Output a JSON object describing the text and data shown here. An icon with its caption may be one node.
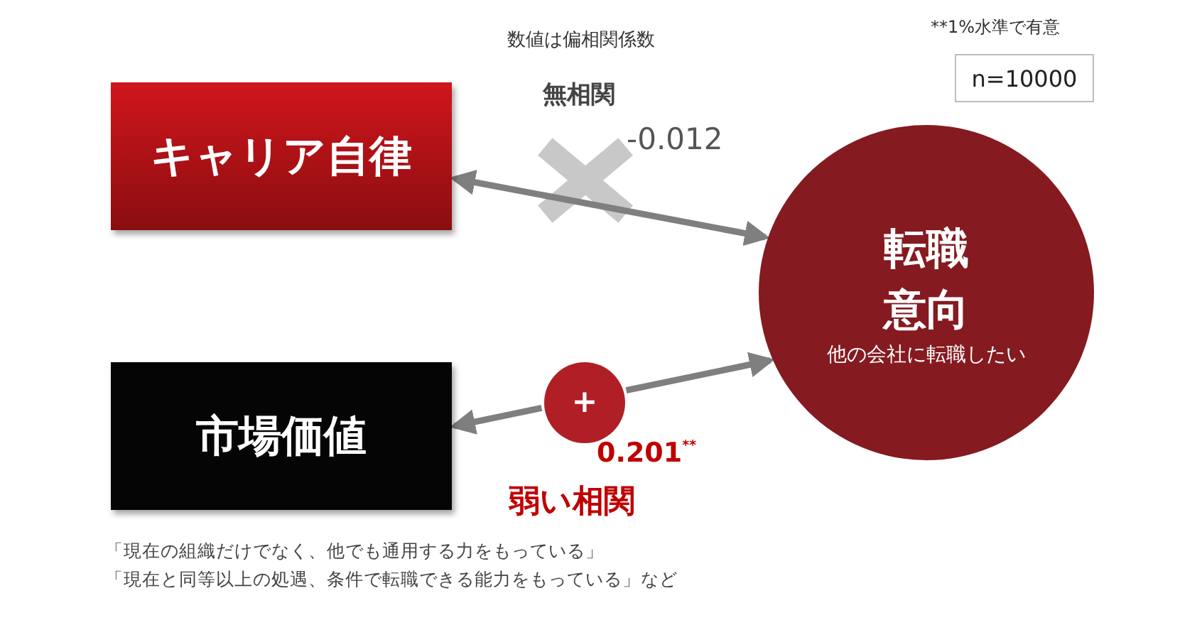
{
  "diagram": {
    "nodes": [
      {
        "text": [
          "キャリア自律"
        ]
      },
      {
        "text": [
          "市場価値"
        ]
      },
      {
        "text": [
          "転職意向",
          "他の会社に転職したい"
        ]
      },
      {
        "text": [
          "n=10000"
        ]
      },
      {
        "text": [
          "+"
        ]
      }
    ],
    "edges": [
      {
        "from": 0,
        "to": 2,
        "arrow": "both"
      },
      {
        "from": 4,
        "to": 1,
        "arrow": "to"
      },
      {
        "from": 4,
        "to": 2,
        "arrow": "to"
      }
    ],
    "labels": [
      "数値は偏相関係数",
      "**1%水準で有意",
      "無相関",
      "-0.012",
      "0.201$^{**}$",
      "弱い相関",
      "「現在の組織だけでなく、他でも通用する力をもっている」",
      "「現在と同等以上の処遇、条件で転職できる能力をもっている」など"
    ]
  }
}
